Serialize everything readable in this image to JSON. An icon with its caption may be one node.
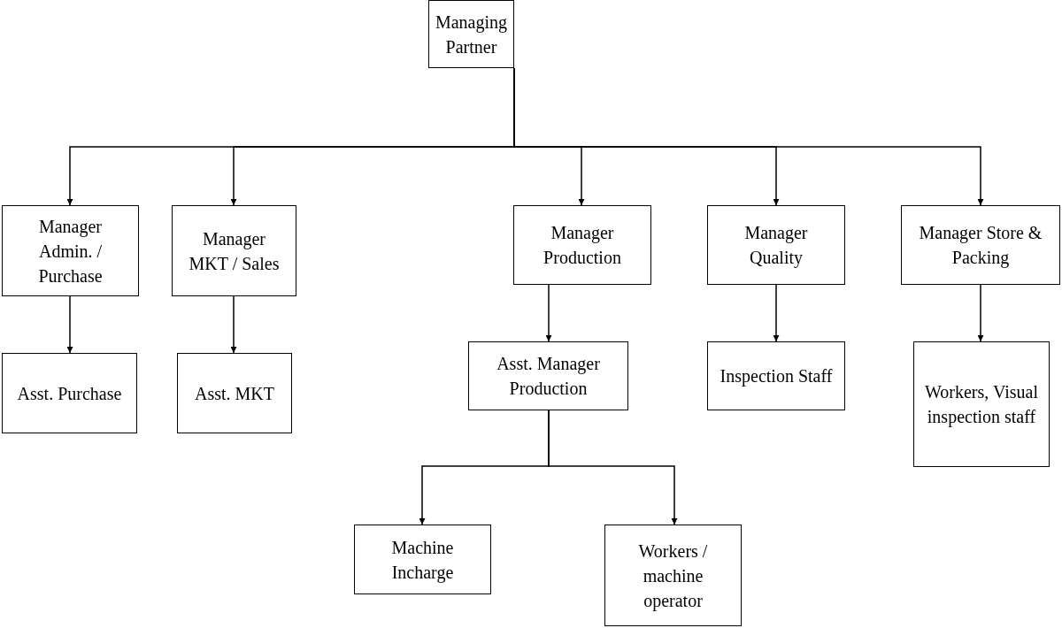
{
  "diagram": {
    "nodes": [
      {
        "text": [
          "Managing Partner"
        ]
      },
      {
        "text": [
          "Manager Admin. / Purchase"
        ]
      },
      {
        "text": [
          "Manager MKT / Sales"
        ]
      },
      {
        "text": [
          "Manager Production"
        ]
      },
      {
        "text": [
          "Manager Quality"
        ]
      },
      {
        "text": [
          "Manager Store & Packing"
        ]
      },
      {
        "text": [
          "Asst. Purchase"
        ]
      },
      {
        "text": [
          "Asst. MKT"
        ]
      },
      {
        "text": [
          "Asst. Manager Production"
        ]
      },
      {
        "text": [
          "Inspection Staff"
        ]
      },
      {
        "text": [
          "Workers, Visual inspection staff"
        ]
      },
      {
        "text": [
          "Machine Incharge"
        ]
      },
      {
        "text": [
          "Workers / machine operator"
        ]
      }
    ],
    "edges": [
      {
        "from": 0,
        "to": 1,
        "arrow": "to"
      },
      {
        "from": 0,
        "to": 2,
        "arrow": "to"
      },
      {
        "from": 0,
        "to": 3,
        "arrow": "to"
      },
      {
        "from": 0,
        "to": 4,
        "arrow": "to"
      },
      {
        "from": 0,
        "to": 5,
        "arrow": "to"
      },
      {
        "from": 1,
        "to": 6,
        "arrow": "to"
      },
      {
        "from": 2,
        "to": 7,
        "arrow": "to"
      },
      {
        "from": 3,
        "to": 8,
        "arrow": "to"
      },
      {
        "from": 4,
        "to": 9,
        "arrow": "to"
      },
      {
        "from": 5,
        "to": 10,
        "arrow": "to"
      },
      {
        "from": 8,
        "to": 11,
        "arrow": "to"
      },
      {
        "from": 8,
        "to": 12,
        "arrow": "to"
      }
    ]
  }
}
